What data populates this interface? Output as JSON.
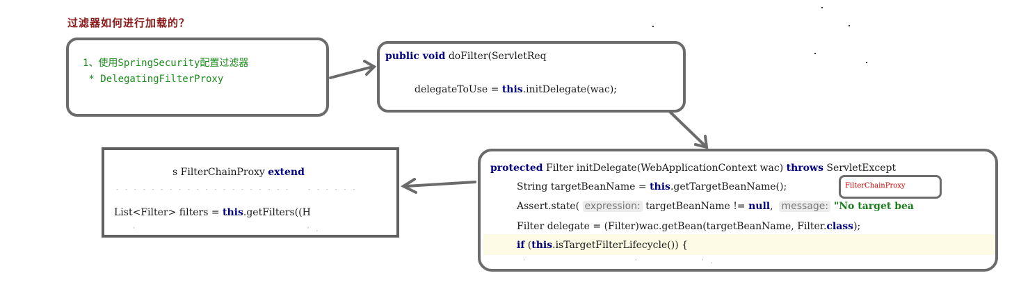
{
  "title": "过滤器如何进行加载的？",
  "box1": {
    "line1": "1、使用SpringSecurity配置过滤器",
    "line2": " * DelegatingFilterProxy"
  },
  "box2": {
    "line1_kw": "public void",
    "line1_rest": " doFilter(ServletReq",
    "line2_pre": "delegateToUse = ",
    "line2_kw": "this",
    "line2_rest": ".initDelegate(wac);"
  },
  "box3": {
    "line1_pre": "s FilterChainProxy ",
    "line1_kw": "extend",
    "line2_pre": "List<Filter> filters = ",
    "line2_kw": "this",
    "line2_rest": ".getFilters((H"
  },
  "box4": {
    "line1_kw1": "protected",
    "line1_mid": " Filter initDelegate(WebApplicationContext wac) ",
    "line1_kw2": "throws",
    "line1_rest": " ServletExcept",
    "line2_pre": "String targetBeanName = ",
    "line2_kw": "this",
    "line2_rest": ".getTargetBeanName();",
    "line3_pre": "Assert.state( ",
    "line3_hint1": "expression:",
    "line3_mid": " targetBeanName != ",
    "line3_kw": "null",
    "line3_comma": ",  ",
    "line3_hint2": "message:",
    "line3_str": " \"No target bea",
    "line4_pre": "Filter delegate = (Filter)wac.getBean(targetBeanName, Filter.",
    "line4_kw": "class",
    "line4_rest": ");",
    "line5_kw1": "if",
    "line5_mid": " (",
    "line5_kw2": "this",
    "line5_rest": ".isTargetFilterLifecycle()) {",
    "label": "FilterChainProxy"
  }
}
